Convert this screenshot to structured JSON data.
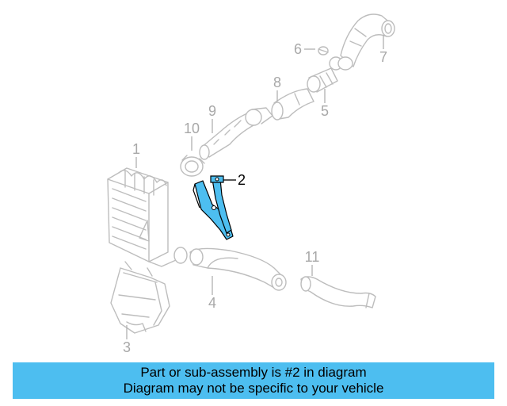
{
  "callouts": {
    "c1": "1",
    "c2": "2",
    "c3": "3",
    "c4": "4",
    "c5": "5",
    "c6": "6",
    "c7": "7",
    "c8": "8",
    "c9": "9",
    "c10": "10",
    "c11": "11"
  },
  "highlighted_part": "2",
  "colors": {
    "highlight": "#4dbef0",
    "banner": "#4dbef0",
    "parts": "#bdbdbd"
  },
  "banner": {
    "line1": "Part or sub-assembly is #2 in diagram",
    "line2": "Diagram may not be specific to your vehicle"
  }
}
